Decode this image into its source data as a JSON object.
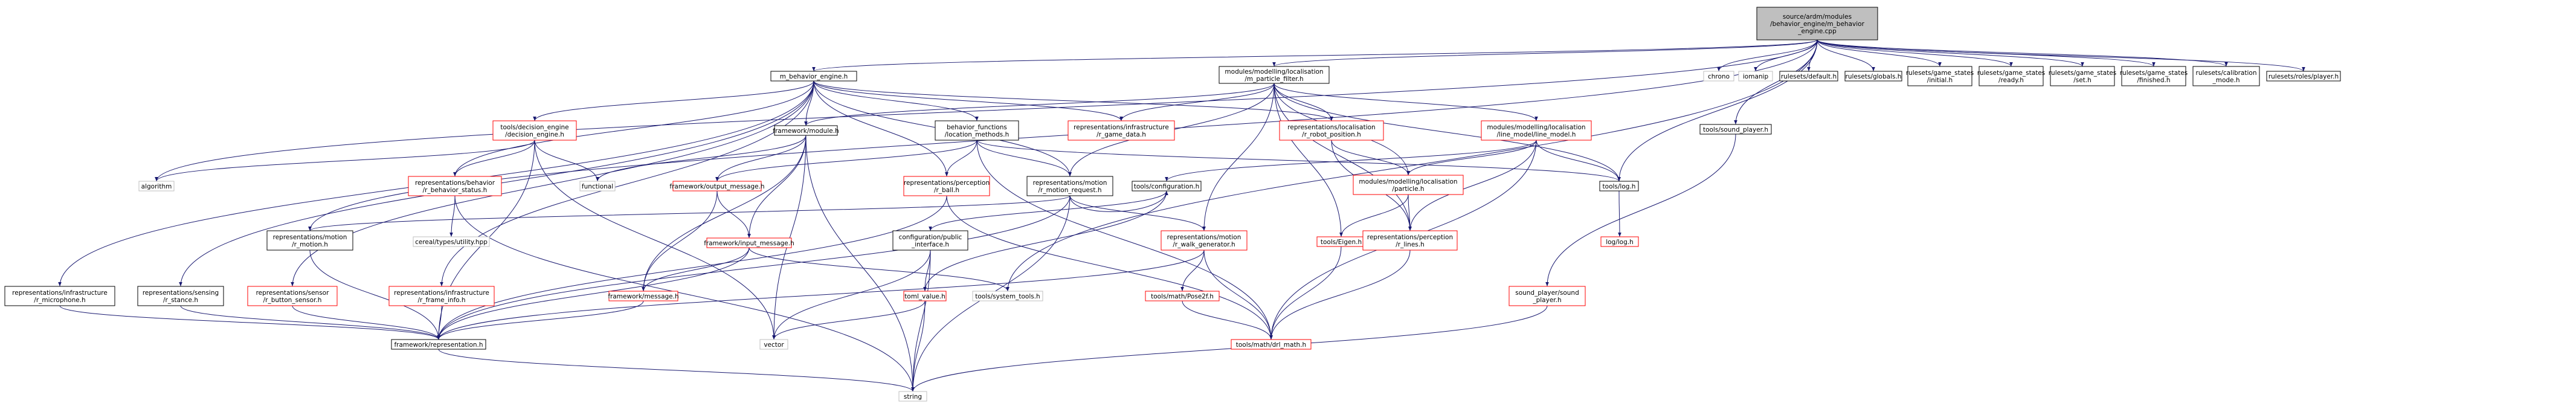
{
  "graph": {
    "nodes": [
      {
        "id": "root",
        "lines": [
          "source/ardm/modules",
          "/behavior_engine/m_behavior",
          "_engine.cpp"
        ],
        "kind": "root"
      },
      {
        "id": "mbe_h",
        "lines": [
          "m_behavior_engine.h"
        ],
        "kind": "black"
      },
      {
        "id": "mll_mpf",
        "lines": [
          "modules/modelling/localisation",
          "/m_particle_filter.h"
        ],
        "kind": "black"
      },
      {
        "id": "chrono",
        "lines": [
          "chrono"
        ],
        "kind": "grey"
      },
      {
        "id": "iomanip",
        "lines": [
          "iomanip"
        ],
        "kind": "grey"
      },
      {
        "id": "rs_default",
        "lines": [
          "rulesets/default.h"
        ],
        "kind": "black"
      },
      {
        "id": "rs_globals",
        "lines": [
          "rulesets/globals.h"
        ],
        "kind": "black"
      },
      {
        "id": "rs_gs_initial",
        "lines": [
          "rulesets/game_states",
          "/initial.h"
        ],
        "kind": "black"
      },
      {
        "id": "rs_gs_ready",
        "lines": [
          "rulesets/game_states",
          "/ready.h"
        ],
        "kind": "black"
      },
      {
        "id": "rs_gs_set",
        "lines": [
          "rulesets/game_states",
          "/set.h"
        ],
        "kind": "black"
      },
      {
        "id": "rs_gs_finished",
        "lines": [
          "rulesets/game_states",
          "/finished.h"
        ],
        "kind": "black"
      },
      {
        "id": "rs_calib",
        "lines": [
          "rulesets/calibration",
          "_mode.h"
        ],
        "kind": "black"
      },
      {
        "id": "rs_roles",
        "lines": [
          "rulesets/roles/player.h"
        ],
        "kind": "black"
      },
      {
        "id": "fw_module",
        "lines": [
          "framework/module.h"
        ],
        "kind": "black"
      },
      {
        "id": "bf_loc",
        "lines": [
          "behavior_functions",
          "/location_methods.h"
        ],
        "kind": "black"
      },
      {
        "id": "ri_game_data",
        "lines": [
          "representations/infrastructure",
          "/r_game_data.h"
        ],
        "kind": "red"
      },
      {
        "id": "rl_robot_pos",
        "lines": [
          "representations/localisation",
          "/r_robot_position.h"
        ],
        "kind": "red"
      },
      {
        "id": "mll_line",
        "lines": [
          "modules/modelling/localisation",
          "/line_model/line_model.h"
        ],
        "kind": "red"
      },
      {
        "id": "tools_sound",
        "lines": [
          "tools/sound_player.h"
        ],
        "kind": "black"
      },
      {
        "id": "td_decision",
        "lines": [
          "tools/decision_engine",
          "/decision_engine.h"
        ],
        "kind": "red"
      },
      {
        "id": "algorithm",
        "lines": [
          "algorithm"
        ],
        "kind": "grey"
      },
      {
        "id": "functional",
        "lines": [
          "functional"
        ],
        "kind": "grey"
      },
      {
        "id": "rb_status",
        "lines": [
          "representations/behavior",
          "/r_behavior_status.h"
        ],
        "kind": "red"
      },
      {
        "id": "fw_output",
        "lines": [
          "framework/output_message.h"
        ],
        "kind": "red"
      },
      {
        "id": "rp_ball",
        "lines": [
          "representations/perception",
          "/r_ball.h"
        ],
        "kind": "red"
      },
      {
        "id": "rm_motion_req",
        "lines": [
          "representations/motion",
          "/r_motion_request.h"
        ],
        "kind": "black"
      },
      {
        "id": "tools_config",
        "lines": [
          "tools/configuration.h"
        ],
        "kind": "black"
      },
      {
        "id": "mll_particle",
        "lines": [
          "modules/modelling/localisation",
          "/particle.h"
        ],
        "kind": "red"
      },
      {
        "id": "tools_log",
        "lines": [
          "tools/log.h"
        ],
        "kind": "black"
      },
      {
        "id": "rm_motion",
        "lines": [
          "representations/motion",
          "/r_motion.h"
        ],
        "kind": "black"
      },
      {
        "id": "cereal",
        "lines": [
          "cereal/types/utility.hpp"
        ],
        "kind": "grey"
      },
      {
        "id": "fw_input",
        "lines": [
          "framework/input_message.h"
        ],
        "kind": "red"
      },
      {
        "id": "cfg_public",
        "lines": [
          "configuration/public",
          "_interface.h"
        ],
        "kind": "black"
      },
      {
        "id": "rm_walk",
        "lines": [
          "representations/motion",
          "/r_walk_generator.h"
        ],
        "kind": "red"
      },
      {
        "id": "tools_eigen",
        "lines": [
          "tools/Eigen.h"
        ],
        "kind": "red"
      },
      {
        "id": "rp_lines",
        "lines": [
          "representations/perception",
          "/r_lines.h"
        ],
        "kind": "red"
      },
      {
        "id": "log_log",
        "lines": [
          "log/log.h"
        ],
        "kind": "red"
      },
      {
        "id": "ri_microphone",
        "lines": [
          "representations/infrastructure",
          "/r_microphone.h"
        ],
        "kind": "black"
      },
      {
        "id": "rs_stance",
        "lines": [
          "representations/sensing",
          "/r_stance.h"
        ],
        "kind": "black"
      },
      {
        "id": "rs_button",
        "lines": [
          "representations/sensor",
          "/r_button_sensor.h"
        ],
        "kind": "red"
      },
      {
        "id": "ri_frame",
        "lines": [
          "representations/infrastructure",
          "/r_frame_info.h"
        ],
        "kind": "red"
      },
      {
        "id": "fw_message",
        "lines": [
          "framework/message.h"
        ],
        "kind": "red"
      },
      {
        "id": "toml_value",
        "lines": [
          "toml_value.h"
        ],
        "kind": "red"
      },
      {
        "id": "tools_system",
        "lines": [
          "tools/system_tools.h"
        ],
        "kind": "grey"
      },
      {
        "id": "tm_pose2f",
        "lines": [
          "tools/math/Pose2f.h"
        ],
        "kind": "red"
      },
      {
        "id": "sp_sound",
        "lines": [
          "sound_player/sound",
          "_player.h"
        ],
        "kind": "red"
      },
      {
        "id": "fw_repr",
        "lines": [
          "framework/representation.h"
        ],
        "kind": "black"
      },
      {
        "id": "vector",
        "lines": [
          "vector"
        ],
        "kind": "grey"
      },
      {
        "id": "tm_drl",
        "lines": [
          "tools/math/drl_math.h"
        ],
        "kind": "red"
      },
      {
        "id": "string",
        "lines": [
          "string"
        ],
        "kind": "grey"
      }
    ],
    "edges": [
      [
        "root",
        "mbe_h"
      ],
      [
        "root",
        "mll_mpf"
      ],
      [
        "root",
        "chrono"
      ],
      [
        "root",
        "iomanip"
      ],
      [
        "root",
        "rs_default"
      ],
      [
        "root",
        "rs_globals"
      ],
      [
        "root",
        "rs_gs_initial"
      ],
      [
        "root",
        "rs_gs_ready"
      ],
      [
        "root",
        "rs_gs_set"
      ],
      [
        "root",
        "rs_gs_finished"
      ],
      [
        "root",
        "rs_calib"
      ],
      [
        "root",
        "rs_roles"
      ],
      [
        "root",
        "tools_sound"
      ],
      [
        "root",
        "tools_log"
      ],
      [
        "root",
        "algorithm"
      ],
      [
        "root",
        "rm_motion"
      ],
      [
        "root",
        "tools_system"
      ],
      [
        "mbe_h",
        "fw_module"
      ],
      [
        "mbe_h",
        "bf_loc"
      ],
      [
        "mbe_h",
        "td_decision"
      ],
      [
        "mbe_h",
        "ri_game_data"
      ],
      [
        "mbe_h",
        "rb_status"
      ],
      [
        "mbe_h",
        "rm_motion_req"
      ],
      [
        "mbe_h",
        "rp_ball"
      ],
      [
        "mbe_h",
        "ri_microphone"
      ],
      [
        "mbe_h",
        "rs_stance"
      ],
      [
        "mbe_h",
        "rs_button"
      ],
      [
        "mbe_h",
        "ri_frame"
      ],
      [
        "mbe_h",
        "rl_robot_pos"
      ],
      [
        "mll_mpf",
        "fw_module"
      ],
      [
        "mll_mpf",
        "ri_game_data"
      ],
      [
        "mll_mpf",
        "rl_robot_pos"
      ],
      [
        "mll_mpf",
        "mll_line"
      ],
      [
        "mll_mpf",
        "mll_particle"
      ],
      [
        "mll_mpf",
        "tools_eigen"
      ],
      [
        "mll_mpf",
        "rp_lines"
      ],
      [
        "mll_mpf",
        "rm_walk"
      ],
      [
        "mll_mpf",
        "tools_log"
      ],
      [
        "mll_mpf",
        "rm_motion_req"
      ],
      [
        "fw_module",
        "fw_output"
      ],
      [
        "fw_module",
        "fw_input"
      ],
      [
        "fw_module",
        "fw_message"
      ],
      [
        "fw_module",
        "functional"
      ],
      [
        "fw_module",
        "vector"
      ],
      [
        "fw_module",
        "string"
      ],
      [
        "bf_loc",
        "rm_motion_req"
      ],
      [
        "bf_loc",
        "rp_ball"
      ],
      [
        "bf_loc",
        "tm_drl"
      ],
      [
        "bf_loc",
        "fw_output"
      ],
      [
        "bf_loc",
        "tools_log"
      ],
      [
        "td_decision",
        "rb_status"
      ],
      [
        "td_decision",
        "algorithm"
      ],
      [
        "td_decision",
        "functional"
      ],
      [
        "td_decision",
        "vector"
      ],
      [
        "td_decision",
        "fw_repr"
      ],
      [
        "rb_status",
        "cereal"
      ],
      [
        "rb_status",
        "string"
      ],
      [
        "fw_output",
        "fw_input"
      ],
      [
        "fw_output",
        "fw_message"
      ],
      [
        "fw_input",
        "fw_message"
      ],
      [
        "fw_input",
        "fw_repr"
      ],
      [
        "fw_input",
        "tools_system"
      ],
      [
        "rp_ball",
        "fw_repr"
      ],
      [
        "rp_ball",
        "tm_drl"
      ],
      [
        "rm_motion_req",
        "tools_config"
      ],
      [
        "rm_motion_req",
        "rm_walk"
      ],
      [
        "rm_motion_req",
        "rm_motion"
      ],
      [
        "rm_motion_req",
        "string"
      ],
      [
        "rm_motion_req",
        "fw_repr"
      ],
      [
        "tools_config",
        "cfg_public"
      ],
      [
        "tools_config",
        "toml_value"
      ],
      [
        "cfg_public",
        "toml_value"
      ],
      [
        "cfg_public",
        "vector"
      ],
      [
        "cfg_public",
        "string"
      ],
      [
        "toml_value",
        "vector"
      ],
      [
        "toml_value",
        "string"
      ],
      [
        "rm_walk",
        "tm_pose2f"
      ],
      [
        "rm_walk",
        "tm_drl"
      ],
      [
        "rm_walk",
        "fw_repr"
      ],
      [
        "tm_pose2f",
        "tm_drl"
      ],
      [
        "mll_line",
        "mll_particle"
      ],
      [
        "mll_line",
        "rp_lines"
      ],
      [
        "mll_line",
        "tools_log"
      ],
      [
        "mll_line",
        "tm_drl"
      ],
      [
        "mll_line",
        "tools_config"
      ],
      [
        "mll_particle",
        "tools_eigen"
      ],
      [
        "mll_particle",
        "rp_lines"
      ],
      [
        "tools_eigen",
        "tm_drl"
      ],
      [
        "rp_lines",
        "tm_drl"
      ],
      [
        "rl_robot_pos",
        "mll_particle"
      ],
      [
        "rl_robot_pos",
        "rp_lines"
      ],
      [
        "tools_log",
        "log_log"
      ],
      [
        "tools_sound",
        "sp_sound"
      ],
      [
        "sp_sound",
        "string"
      ],
      [
        "rm_motion",
        "fw_repr"
      ],
      [
        "ri_microphone",
        "fw_repr"
      ],
      [
        "rs_stance",
        "fw_repr"
      ],
      [
        "rs_button",
        "fw_repr"
      ],
      [
        "ri_frame",
        "fw_repr"
      ],
      [
        "fw_message",
        "fw_repr"
      ],
      [
        "fw_repr",
        "string"
      ]
    ]
  }
}
